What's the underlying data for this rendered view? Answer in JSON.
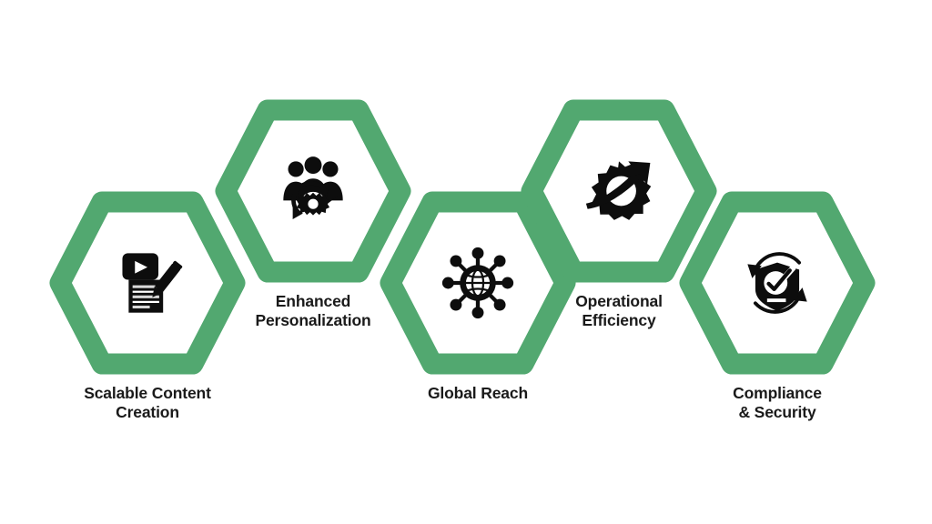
{
  "infographic": {
    "type": "hexagon-zigzag-benefits",
    "background_color": "#ffffff",
    "accent_color": "#52a870",
    "icon_color": "#0d0d0d",
    "label_color": "#1a1a1a",
    "nodes": [
      {
        "label_line_1": "Scalable Content",
        "label_line_2": "Creation",
        "icon": "video-document-pencil-icon",
        "position": "low"
      },
      {
        "label_line_1": "Enhanced",
        "label_line_2": "Personalization",
        "icon": "people-gear-refresh-icon",
        "position": "high"
      },
      {
        "label_line_1": "Global Reach",
        "label_line_2": "",
        "icon": "globe-network-nodes-icon",
        "position": "low"
      },
      {
        "label_line_1": "Operational",
        "label_line_2": "Efficiency",
        "icon": "gear-growth-arrow-icon",
        "position": "high"
      },
      {
        "label_line_1": "Compliance",
        "label_line_2": "& Security",
        "icon": "shield-check-refresh-icon",
        "position": "low"
      }
    ]
  }
}
